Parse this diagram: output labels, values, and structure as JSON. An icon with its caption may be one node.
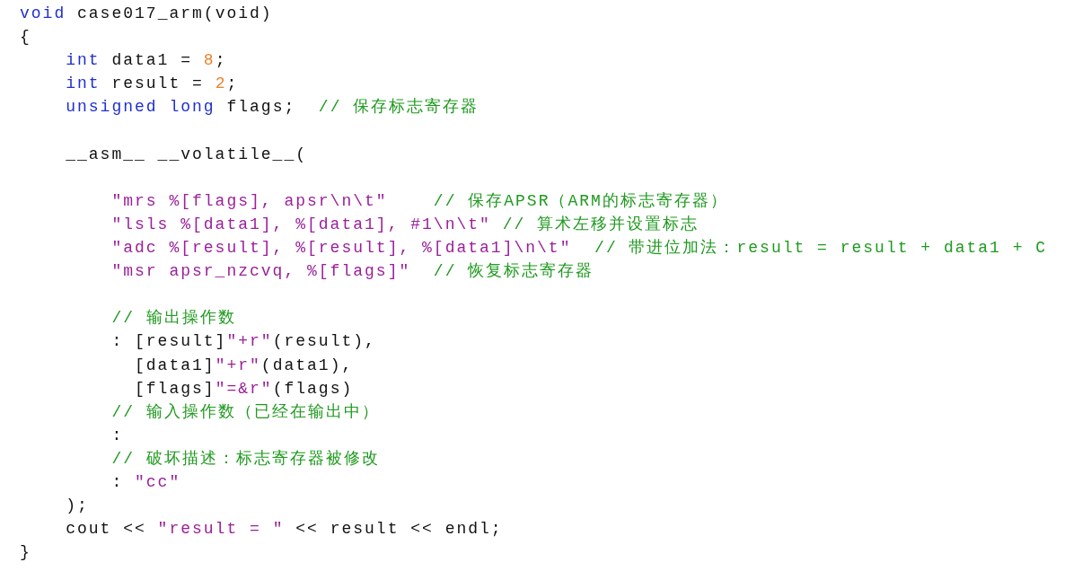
{
  "diagram": {
    "labels": [
      "void case017_arm(void)",
      "{",
      "int data1 = 8;",
      "int result = 2;",
      "unsigned long flags;  // 保存标志寄存器",
      "__asm__ __volatile__(",
      "\"mrs %[flags], apsr\\n\\t\"    // 保存APSR（ARM的标志寄存器）",
      "\"lsls %[data1], %[data1], #1\\n\\t\" // 算术左移并设置标志",
      "\"adc %[result], %[result], %[data1]\\n\\t\"  // 带进位加法：result = result + data1 + C",
      "\"msr apsr_nzcvq, %[flags]\"  // 恢复标志寄存器",
      "// 输出操作数",
      ": [result]\"+r\"(result),",
      "[data1]\"+r\"(data1),",
      "[flags]\"=&r\"(flags)",
      "// 输入操作数（已经在输出中）",
      ":",
      "// 破坏描述：标志寄存器被修改",
      ": \"cc\"",
      ");",
      "cout << \"result = \" << result << endl;",
      "}"
    ]
  }
}
